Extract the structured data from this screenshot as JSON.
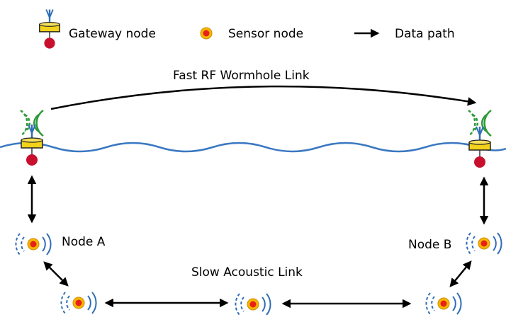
{
  "legend": {
    "gateway_label": "Gateway node",
    "sensor_label": "Sensor node",
    "path_label": "Data path"
  },
  "links": {
    "rf_label": "Fast RF Wormhole Link",
    "acoustic_label": "Slow Acoustic Link"
  },
  "nodes": {
    "node_a_label": "Node A",
    "node_b_label": "Node B"
  },
  "colors": {
    "buoy_yellow": "#f2d21a",
    "anchor_red": "#c8102e",
    "sensor_fill": "#f5b800",
    "sensor_core": "#e8201a",
    "acoustic_wave": "#2f6db5",
    "rf_wave": "#2e9a3a",
    "water": "#3a78c2",
    "arrow": "#000000"
  }
}
